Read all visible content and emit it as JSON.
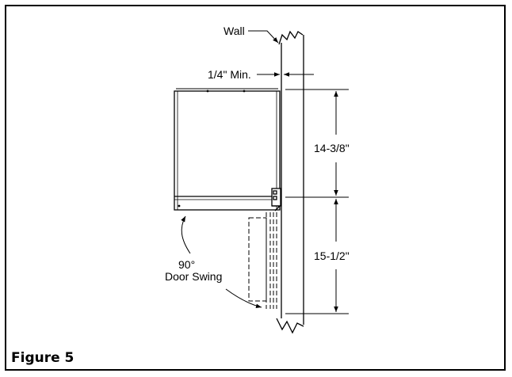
{
  "labels": {
    "wall": "Wall",
    "clearance": "1/4\" Min.",
    "upper_dimension": "14-3/8\"",
    "lower_dimension": "15-1/2\"",
    "swing_angle": "90°",
    "swing_text": "Door Swing"
  },
  "caption": "Figure 5"
}
